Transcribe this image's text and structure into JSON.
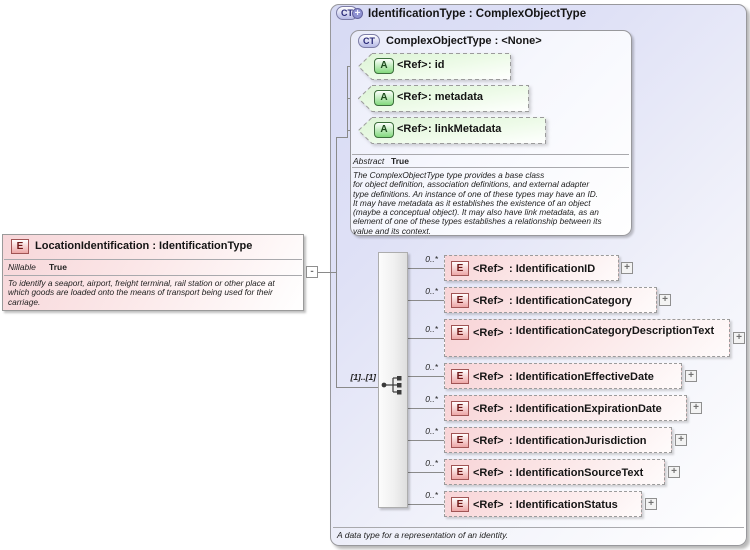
{
  "colors": {
    "outer_box_fill": "#dcdef6",
    "inner_box_fill": "#eceefa",
    "element_fill": "#f8d4d7",
    "attribute_fill": "#def3d8",
    "element_icon_border": "#a05454",
    "attribute_icon_border": "#3c6e3c",
    "type_icon_fill": "#b6b9e6",
    "connector_line": "#8a8a8a"
  },
  "symbols": {
    "expand": "+",
    "collapse": "-"
  },
  "left_element": {
    "icon": "E",
    "title": "LocationIdentification : IdentificationType",
    "property": {
      "label": "Nillable",
      "value": "True"
    },
    "description": "To identify a seaport, airport, freight terminal, rail station or other place at\nwhich goods are loaded onto the means of transport being used for their\ncarriage."
  },
  "type_box": {
    "icon": "CT",
    "expand_icon": "+",
    "title": "IdentificationType : ComplexObjectType",
    "footer": "A data type for a representation of an identity.",
    "base_type": {
      "icon": "CT",
      "title": "ComplexObjectType : <None>",
      "attributes": [
        {
          "icon": "A",
          "ref_label": "<Ref>",
          "name": ": id"
        },
        {
          "icon": "A",
          "ref_label": "<Ref>",
          "name": ": metadata"
        },
        {
          "icon": "A",
          "ref_label": "<Ref>",
          "name": ": linkMetadata"
        }
      ],
      "property": {
        "label": "Abstract",
        "value": "True"
      },
      "description": "The ComplexObjectType type provides a base class\nfor object definition, association definitions, and external adapter\ntype definitions. An instance of one of these types may have an ID.\nIt may have metadata as it establishes the existence of an object\n(maybe a conceptual object). It may also have link metadata, as an\nelement of one of these types establishes a relationship between its\nvalue and its context."
    },
    "sequence": {
      "cardinality": "[1]..[1]",
      "elements": [
        {
          "icon": "E",
          "occurs": "0..*",
          "ref_label": "<Ref>",
          "name": ": IdentificationID"
        },
        {
          "icon": "E",
          "occurs": "0..*",
          "ref_label": "<Ref>",
          "name": ": IdentificationCategory"
        },
        {
          "icon": "E",
          "occurs": "0..*",
          "ref_label": "<Ref>",
          "name": ": IdentificationCategoryDescriptionText"
        },
        {
          "icon": "E",
          "occurs": "0..*",
          "ref_label": "<Ref>",
          "name": ": IdentificationEffectiveDate"
        },
        {
          "icon": "E",
          "occurs": "0..*",
          "ref_label": "<Ref>",
          "name": ": IdentificationExpirationDate"
        },
        {
          "icon": "E",
          "occurs": "0..*",
          "ref_label": "<Ref>",
          "name": ": IdentificationJurisdiction"
        },
        {
          "icon": "E",
          "occurs": "0..*",
          "ref_label": "<Ref>",
          "name": ": IdentificationSourceText"
        },
        {
          "icon": "E",
          "occurs": "0..*",
          "ref_label": "<Ref>",
          "name": ": IdentificationStatus"
        }
      ]
    }
  }
}
